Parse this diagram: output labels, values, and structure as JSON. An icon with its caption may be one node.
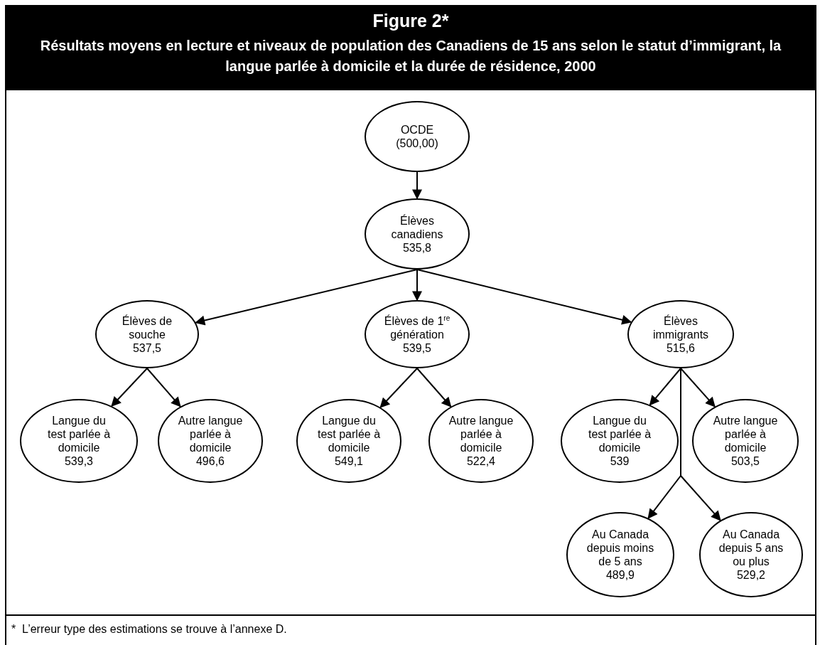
{
  "diagram": {
    "title": "Figure 2*",
    "nodes": [
      {
        "text": [
          "OCDE",
          "(500,00)"
        ]
      },
      {
        "text": [
          "Élèves canadiens",
          "535,8"
        ]
      },
      {
        "text": [
          "Élèves de souche",
          "537,5"
        ]
      },
      {
        "text": [
          "Élèves de 1$^{re}$ génération",
          "539,5"
        ]
      },
      {
        "text": [
          "Élèves immigrants",
          "515,6"
        ]
      },
      {
        "text": [
          "Langue du test parlée à domicile",
          "539,3"
        ]
      },
      {
        "text": [
          "Autre langue parlée à domicile",
          "496,6"
        ]
      },
      {
        "text": [
          "Langue du test parlée à domicile",
          "549,1"
        ]
      },
      {
        "text": [
          "Autre langue parlée à domicile",
          "522,4"
        ]
      },
      {
        "text": [
          "Langue du test parlée à domicile",
          "539"
        ]
      },
      {
        "text": [
          "Autre langue parlée à domicile",
          "503,5"
        ]
      },
      {
        "text": [
          "Au Canada depuis moins de 5 ans",
          "489,9"
        ]
      },
      {
        "text": [
          "Au Canada depuis 5 ans ou plus",
          "529,2"
        ]
      }
    ],
    "edges": [
      {
        "from": 0,
        "to": 1,
        "arrow": "to"
      },
      {
        "from": 1,
        "to": 2,
        "arrow": "to"
      },
      {
        "from": 1,
        "to": 3,
        "arrow": "to"
      },
      {
        "from": 1,
        "to": 4,
        "arrow": "to"
      },
      {
        "from": 2,
        "to": 5,
        "arrow": "to"
      },
      {
        "from": 2,
        "to": 6,
        "arrow": "to"
      },
      {
        "from": 3,
        "to": 7,
        "arrow": "to"
      },
      {
        "from": 3,
        "to": 8,
        "arrow": "to"
      },
      {
        "from": 4,
        "to": 9,
        "arrow": "to"
      },
      {
        "from": 4,
        "to": 10,
        "arrow": "to"
      },
      {
        "from": 4,
        "to": 11,
        "arrow": "to"
      },
      {
        "from": 4,
        "to": 12,
        "arrow": "to"
      }
    ],
    "labels": [
      "Résultats moyens en lecture et niveaux de population des Canadiens de 15 ans selon le statut d’immigrant, la langue parlée à domicile et la durée de résidence, 2000",
      "*  L’erreur type des estimations se trouve à l’annexe D."
    ]
  }
}
